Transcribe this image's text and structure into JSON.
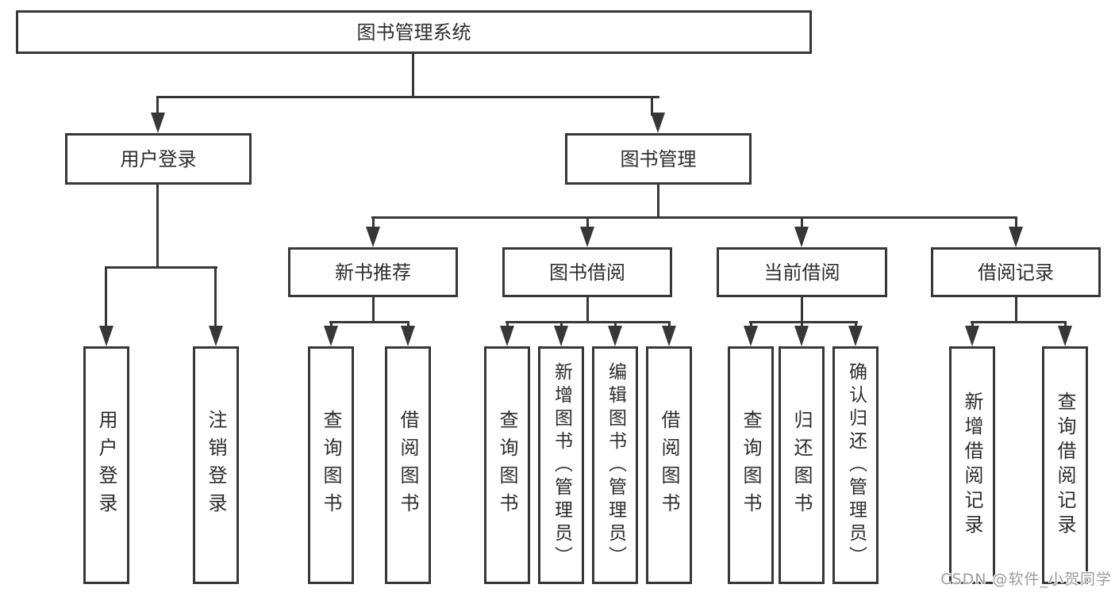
{
  "diagram": {
    "title_note": "functional structure chart",
    "root": {
      "label": "图书管理系统"
    },
    "branches": [
      {
        "label": "用户登录",
        "children": [
          {
            "label": "用户登录"
          },
          {
            "label": "注销登录"
          }
        ]
      },
      {
        "label": "图书管理",
        "children": [
          {
            "label": "新书推荐",
            "children": [
              {
                "label": "查询图书"
              },
              {
                "label": "借阅图书"
              }
            ]
          },
          {
            "label": "图书借阅",
            "children": [
              {
                "label": "查询图书"
              },
              {
                "label": "新增图书（管理员）"
              },
              {
                "label": "编辑图书（管理员）"
              },
              {
                "label": "借阅图书"
              }
            ]
          },
          {
            "label": "当前借阅",
            "children": [
              {
                "label": "查询图书"
              },
              {
                "label": "归还图书"
              },
              {
                "label": "确认归还（管理员）"
              }
            ]
          },
          {
            "label": "借阅记录",
            "children": [
              {
                "label": "新增借阅记录"
              },
              {
                "label": "查询借阅记录"
              }
            ]
          }
        ]
      }
    ]
  },
  "watermark": {
    "text": "CSDN @软件_小贺同学"
  },
  "colors": {
    "line": "#373737",
    "text": "#2d2d2d",
    "watermark": "#9c9c9c",
    "background": "#ffffff"
  }
}
